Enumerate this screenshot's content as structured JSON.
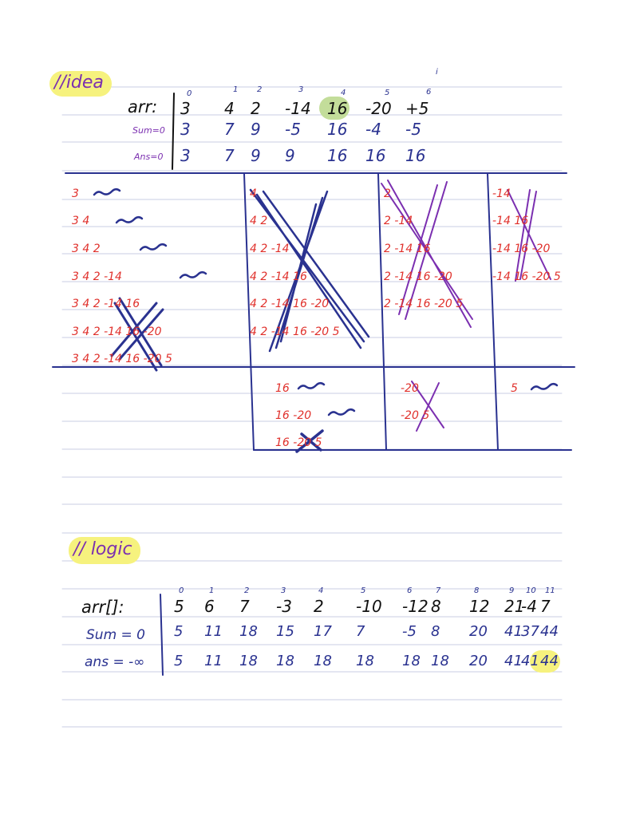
{
  "colors": {
    "paper": "#ffffff",
    "rule_line": "#c9cde3",
    "ink_black": "#111111",
    "ink_blue": "#2a3290",
    "ink_red": "#e0312c",
    "ink_purple": "#7b2fb0",
    "highlight_yellow": "#f6f27e",
    "highlight_green": "#c3dd9a"
  },
  "idea": {
    "heading": "//idea",
    "index_labels": [
      "0",
      "1",
      "2",
      "3",
      "4",
      "5",
      "6",
      "i"
    ],
    "rows": {
      "arr": {
        "label": "arr:",
        "values": [
          "3",
          "4",
          "2",
          "-14",
          "16",
          "-20",
          "+5"
        ]
      },
      "sum": {
        "label": "Sum=0",
        "values": [
          "3",
          "7",
          "9",
          "-5",
          "16",
          "-4",
          "-5"
        ]
      },
      "ans": {
        "label": "Ans=0",
        "values": [
          "3",
          "7",
          "9",
          "9",
          "16",
          "16",
          "16"
        ]
      }
    },
    "highlighted_value": "16",
    "subarrays": {
      "col1": [
        "3",
        "3 4",
        "3 4 2",
        "3 4 2 -14",
        "3 4 2 -14 16",
        "3 4 2 -14 16 -20",
        "3 4 2 -14 16 -20 5"
      ],
      "col2": [
        "4",
        "4 2",
        "4 2 -14",
        "4 2 -14 16",
        "4 2 -14 16 -20",
        "4 2 -14 16 -20 5"
      ],
      "col3": [
        "2",
        "2 -14",
        "2 -14 16",
        "2 -14 16 -20",
        "2 -14 16 -20 5"
      ],
      "col4": [
        "-14",
        "-14 16",
        "-14 16 -20",
        "-14 16 -20 5"
      ],
      "lower2": [
        "16",
        "16 -20",
        "16 -20 5"
      ],
      "lower3": [
        "-20",
        "-20 5"
      ],
      "lower4": [
        "5"
      ]
    }
  },
  "logic": {
    "heading": "// logic",
    "index_labels": [
      "0",
      "1",
      "2",
      "3",
      "4",
      "5",
      "6",
      "7",
      "8",
      "9",
      "10",
      "11"
    ],
    "rows": {
      "arr": {
        "label": "arr[]:",
        "values": [
          "5",
          "6",
          "7",
          "-3",
          "2",
          "-10",
          "-12",
          "8",
          "12",
          "21",
          "-4",
          "7"
        ]
      },
      "sum": {
        "label": "Sum = 0",
        "values": [
          "5",
          "11",
          "18",
          "15",
          "17",
          "7",
          "-5",
          "8",
          "20",
          "41",
          "37",
          "44"
        ]
      },
      "ans": {
        "label": "ans = -∞",
        "values": [
          "5",
          "11",
          "18",
          "18",
          "18",
          "18",
          "18",
          "18",
          "20",
          "41",
          "41",
          "44"
        ]
      }
    },
    "highlighted_value": "44"
  }
}
